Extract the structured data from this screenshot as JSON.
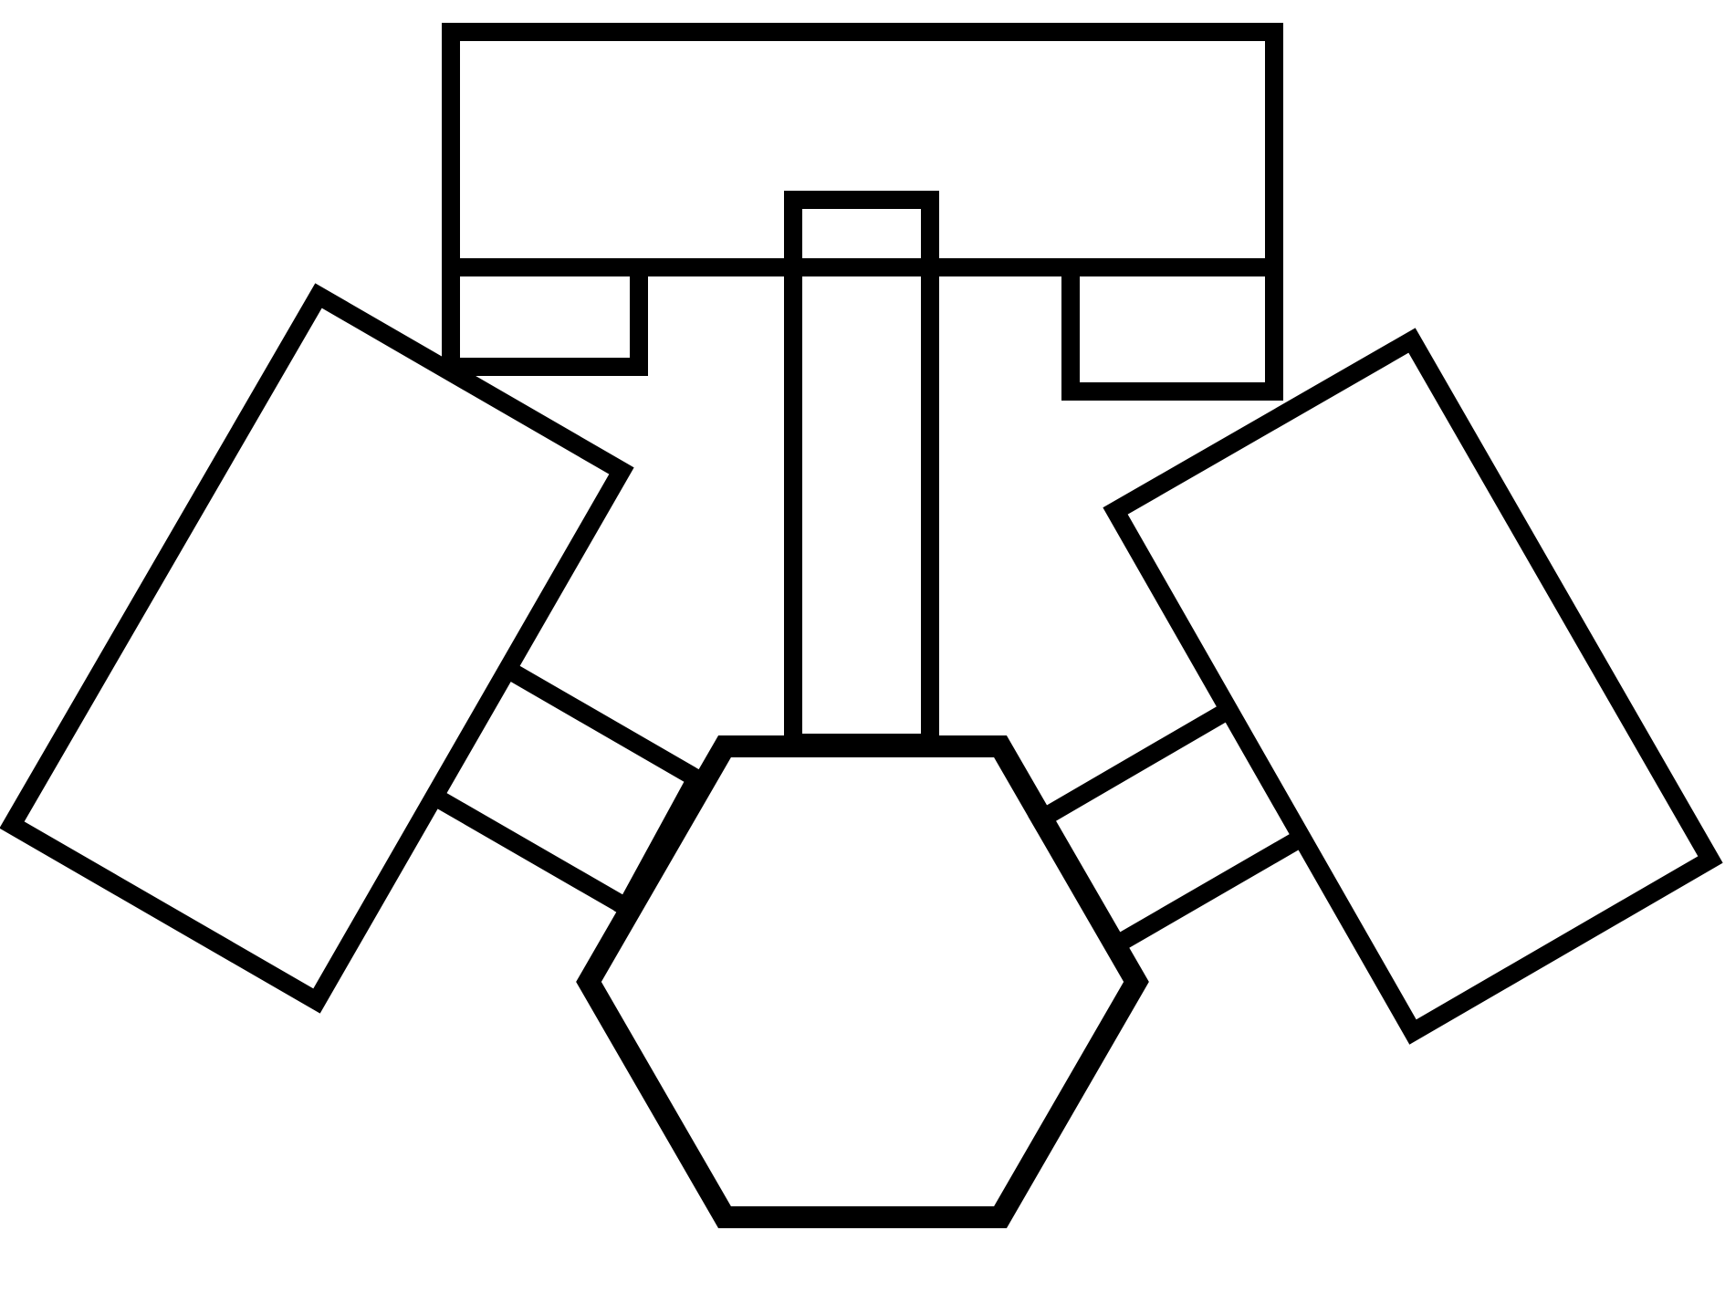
{
  "diagram": {
    "stroke_color": "#000000",
    "background_color": "#ffffff",
    "shapes": [
      "top-rectangle",
      "top-left-tab",
      "top-right-tab",
      "center-shaft",
      "left-rotated-rectangle",
      "left-connector",
      "right-rotated-rectangle",
      "right-connector",
      "bottom-hexagon"
    ]
  }
}
